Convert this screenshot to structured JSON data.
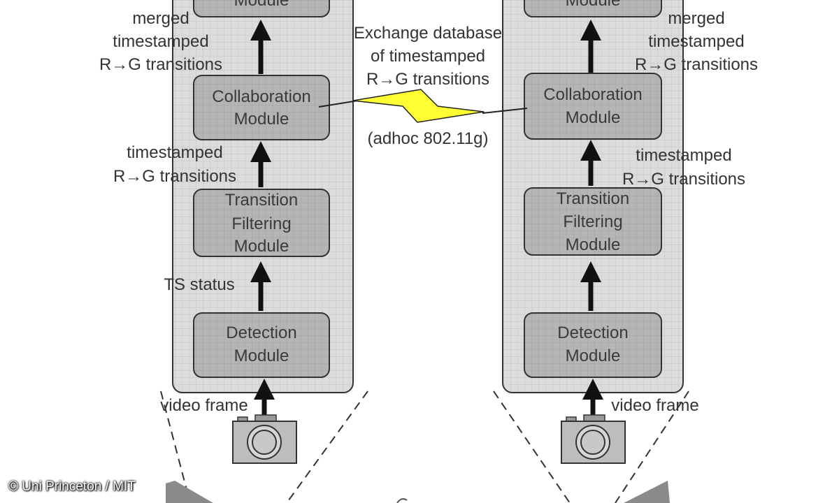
{
  "nodes": {
    "left": {
      "top_module_label": "Module",
      "collaboration_module": [
        "Collaboration",
        "Module"
      ],
      "transition_filtering_module": [
        "Transition",
        "Filtering",
        "Module"
      ],
      "detection_module": [
        "Detection",
        "Module"
      ],
      "label_merged": [
        "merged",
        "timestamped",
        "R→G transitions"
      ],
      "label_timestamped": [
        "timestamped",
        "R→G transitions"
      ],
      "label_ts_status": "TS status",
      "label_video_frame": "video frame"
    },
    "right": {
      "top_module_label": "Module",
      "collaboration_module": [
        "Collaboration",
        "Module"
      ],
      "transition_filtering_module": [
        "Transition",
        "Filtering",
        "Module"
      ],
      "detection_module": [
        "Detection",
        "Module"
      ],
      "label_merged": [
        "merged",
        "timestamped",
        "R→G transitions"
      ],
      "label_timestamped": [
        "timestamped",
        "R→G transitions"
      ],
      "label_video_frame": "video frame"
    }
  },
  "link": {
    "label": [
      "Exchange database",
      "of timestamped",
      "R→G transitions"
    ],
    "medium": "(adhoc 802.11g)"
  },
  "credit": "© Uni Princeton / MIT",
  "colors": {
    "panel_fill": "#dcdcdc",
    "module_fill": "#b5b5b5",
    "lightning": "#ffff33",
    "arrow": "#111111"
  }
}
